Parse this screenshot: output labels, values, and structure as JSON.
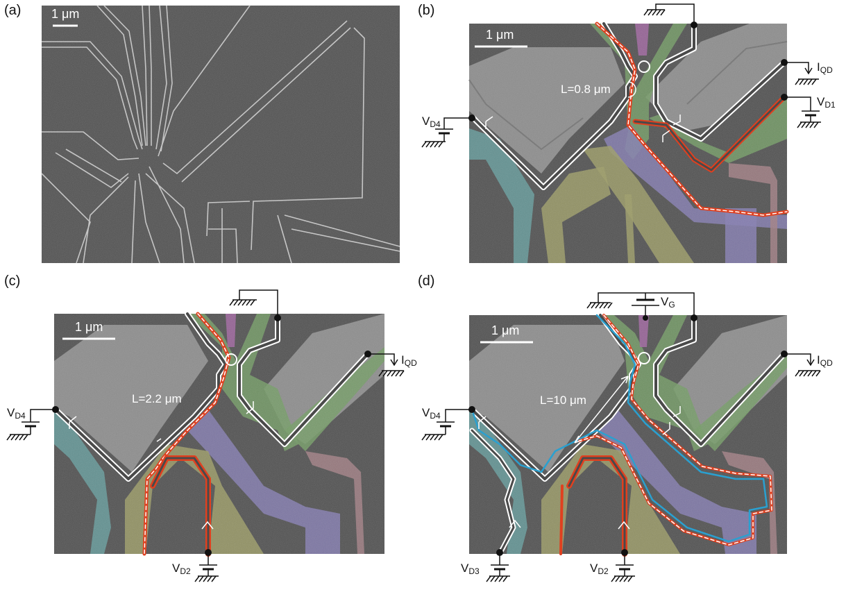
{
  "panels": [
    {
      "id": "a",
      "letter": "(a)",
      "scale": "1 μm"
    },
    {
      "id": "b",
      "letter": "(b)",
      "scale": "1 μm",
      "length": "L=0.8 μm"
    },
    {
      "id": "c",
      "letter": "(c)",
      "scale": "1 μm",
      "length": "L=2.2 μm"
    },
    {
      "id": "d",
      "letter": "(d)",
      "scale": "1 μm",
      "length": "L=10 μm"
    }
  ],
  "labels": {
    "VD1": {
      "main": "V",
      "sub": "D1"
    },
    "VD2": {
      "main": "V",
      "sub": "D2"
    },
    "VD3": {
      "main": "V",
      "sub": "D3"
    },
    "VD4": {
      "main": "V",
      "sub": "D4"
    },
    "IQD": {
      "main": "I",
      "sub": "QD"
    },
    "VG": {
      "main": "V",
      "sub": "G"
    }
  },
  "colors": {
    "sem_bg": "#4a4a4a",
    "gate_light": "#8e8e8e",
    "edge_red": "#e0401f",
    "edge_blue": "#2aa0d0",
    "gate_green": "#6f9a5f",
    "gate_purple": "#8078b0",
    "gate_yellow": "#9a9a60",
    "gate_cyan": "#5f9a9a",
    "gate_pink": "#a07a80",
    "gate_magenta": "#a060a0"
  }
}
